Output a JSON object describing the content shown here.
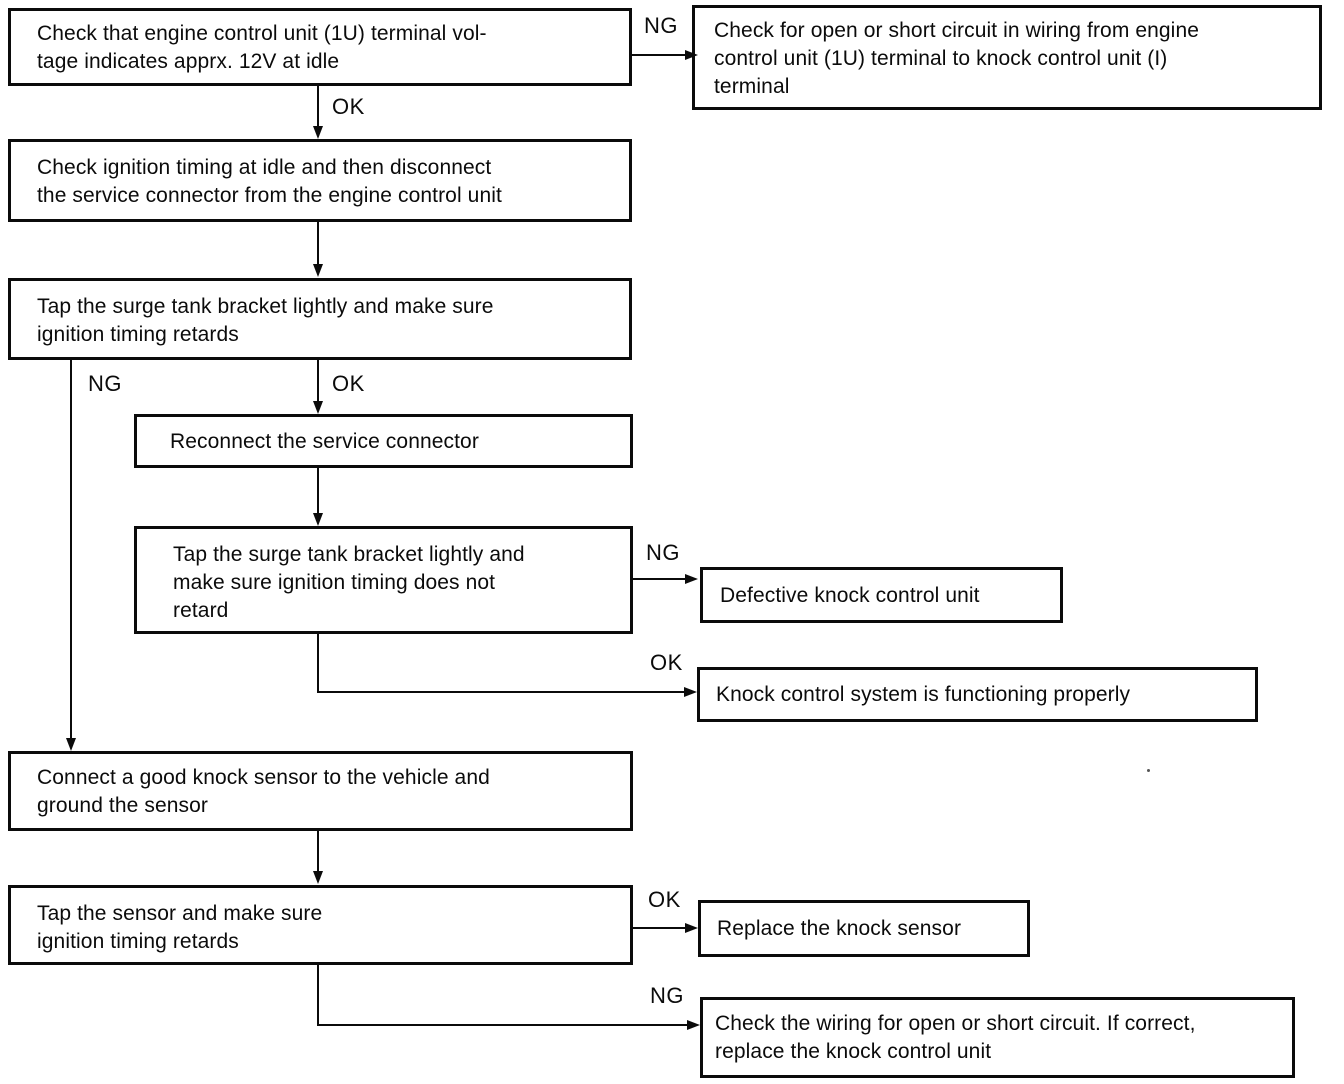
{
  "colors": {
    "ink": "#0b0b0b",
    "paper": "#ffffff"
  },
  "nodes": {
    "check_terminal_voltage": {
      "lines": [
        "Check that engine control unit (1U) terminal vol-",
        "tage indicates apprx. 12V at idle"
      ]
    },
    "check_wiring_to_knock_unit": {
      "lines": [
        "Check for open or short circuit in wiring from engine",
        "control unit (1U) terminal to knock control unit (I)",
        "terminal"
      ]
    },
    "check_ignition_timing": {
      "lines": [
        "Check ignition timing at idle and then disconnect",
        "the service connector from the engine control unit"
      ]
    },
    "tap_bracket_retards": {
      "lines": [
        "Tap the surge tank bracket lightly and make sure",
        "ignition timing retards"
      ]
    },
    "reconnect_connector": {
      "lines": [
        "Reconnect the service connector"
      ]
    },
    "tap_bracket_no_retard": {
      "lines": [
        "Tap the surge tank bracket lightly and",
        "make sure ignition timing does not",
        "retard"
      ]
    },
    "defective_unit": {
      "lines": [
        "Defective knock control unit"
      ]
    },
    "functioning_properly": {
      "lines": [
        "Knock control system is functioning properly"
      ]
    },
    "connect_good_sensor": {
      "lines": [
        "Connect a good knock sensor to the vehicle and",
        "ground the sensor"
      ]
    },
    "tap_sensor": {
      "lines": [
        "Tap the sensor and make sure",
        "ignition timing retards"
      ]
    },
    "replace_sensor": {
      "lines": [
        "Replace the knock sensor"
      ]
    },
    "check_wiring_replace_unit": {
      "lines": [
        "Check the wiring for open or short circuit. If correct,",
        "replace the knock control unit"
      ]
    }
  },
  "edges": [
    {
      "from": "check_terminal_voltage",
      "to": "check_wiring_to_knock_unit",
      "label": "NG"
    },
    {
      "from": "check_terminal_voltage",
      "to": "check_ignition_timing",
      "label": "OK"
    },
    {
      "from": "check_ignition_timing",
      "to": "tap_bracket_retards",
      "label": ""
    },
    {
      "from": "tap_bracket_retards",
      "to": "connect_good_sensor",
      "label": "NG"
    },
    {
      "from": "tap_bracket_retards",
      "to": "reconnect_connector",
      "label": "OK"
    },
    {
      "from": "reconnect_connector",
      "to": "tap_bracket_no_retard",
      "label": ""
    },
    {
      "from": "tap_bracket_no_retard",
      "to": "defective_unit",
      "label": "NG"
    },
    {
      "from": "tap_bracket_no_retard",
      "to": "functioning_properly",
      "label": "OK"
    },
    {
      "from": "connect_good_sensor",
      "to": "tap_sensor",
      "label": ""
    },
    {
      "from": "tap_sensor",
      "to": "replace_sensor",
      "label": "OK"
    },
    {
      "from": "tap_sensor",
      "to": "check_wiring_replace_unit",
      "label": "NG"
    }
  ]
}
